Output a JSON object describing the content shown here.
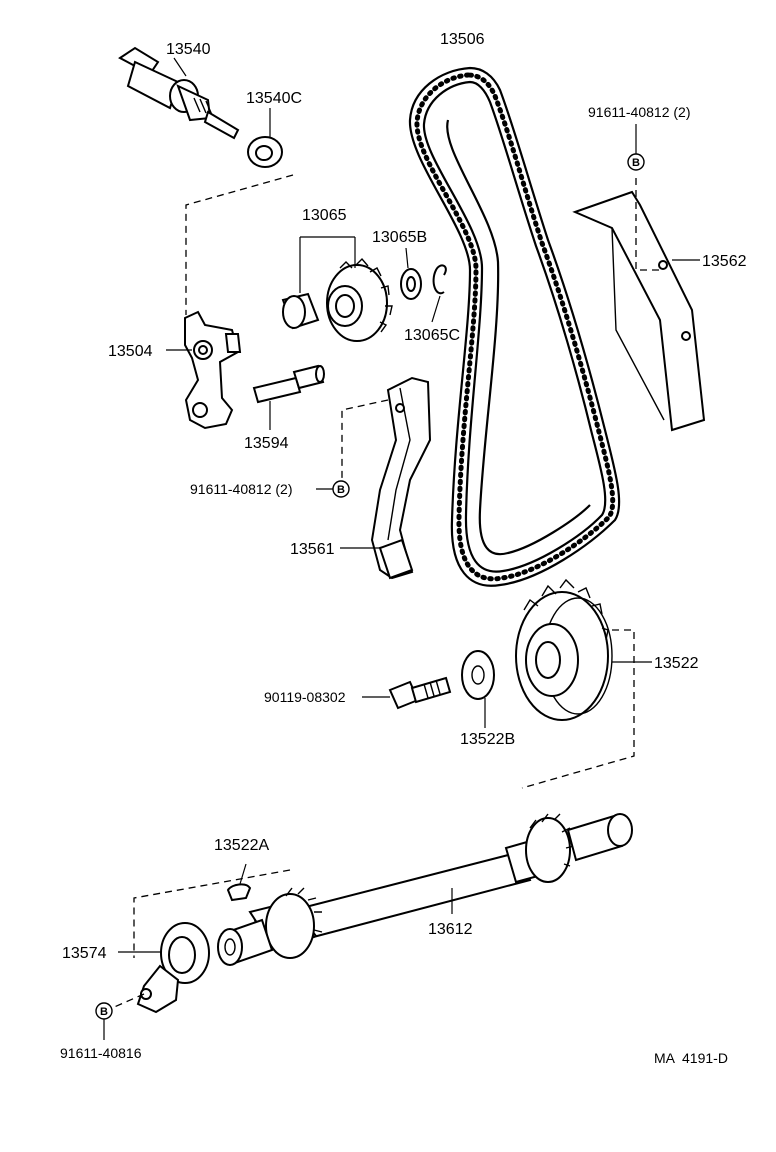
{
  "labels": {
    "l13540": "13540",
    "l13540c": "13540C",
    "l13506": "13506",
    "l91611_40812_top": "91611-40812 (2)",
    "l13065": "13065",
    "l13065b": "13065B",
    "l13065c": "13065C",
    "l13562": "13562",
    "l13504": "13504",
    "l13594": "13594",
    "l91611_40812_mid": "91611-40812 (2)",
    "l13561": "13561",
    "l13522": "13522",
    "l90119_08302": "90119-08302",
    "l13522b": "13522B",
    "l13522a": "13522A",
    "l13612": "13612",
    "l13574": "13574",
    "l91611_40816": "91611-40816",
    "drawing_code": "MA  4191-D"
  },
  "bolt_marker": "B"
}
